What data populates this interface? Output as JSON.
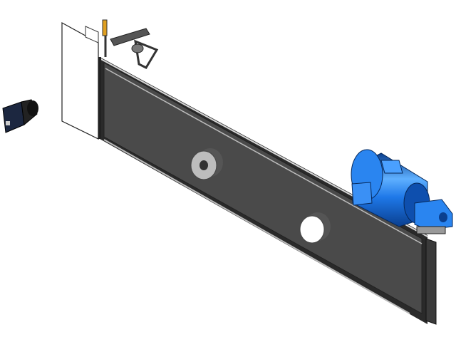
{
  "scene": {
    "background": "#ffffff",
    "colors": {
      "belt": "#4a4a4a",
      "frame": "#2a2a2a",
      "rail": "#d8d8d8",
      "motor": "#1e78e8",
      "motor_dark": "#0a3f8f",
      "sensor": "#e0a020",
      "camera": "#1c2740"
    },
    "objects": [
      "camera",
      "backlight-panel",
      "sensor-bracket",
      "conveyor-belt",
      "roll-object",
      "white-disc",
      "drive-motor",
      "gearbox"
    ]
  }
}
